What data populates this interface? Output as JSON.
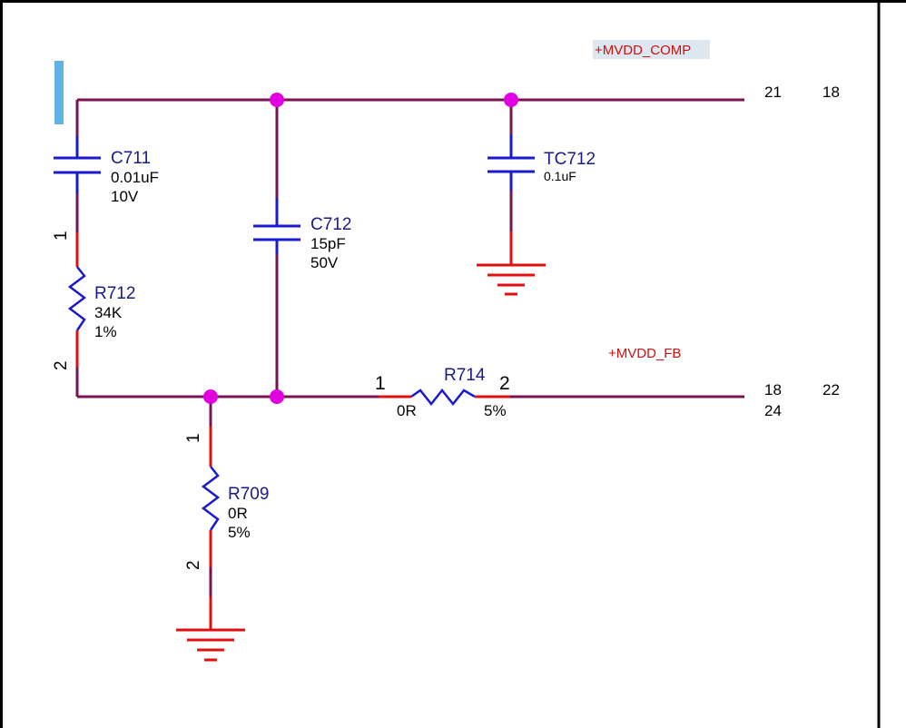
{
  "net_labels": {
    "mvdd_comp": "+MVDD_COMP",
    "mvdd_fb": "+MVDD_FB"
  },
  "pin_refs": {
    "comp_a": "21",
    "comp_b": "18",
    "fb_a": "18",
    "fb_b": "22",
    "fb_c": "24"
  },
  "components": {
    "c711": {
      "ref": "C711",
      "value": "0.01uF",
      "rating": "10V"
    },
    "c712": {
      "ref": "C712",
      "value": "15pF",
      "rating": "50V"
    },
    "tc712": {
      "ref": "TC712",
      "value": "0.1uF"
    },
    "r712": {
      "ref": "R712",
      "value": "34K",
      "tolerance": "1%",
      "pin1": "1",
      "pin2": "2"
    },
    "r714": {
      "ref": "R714",
      "value": "0R",
      "tolerance": "5%",
      "pin1": "1",
      "pin2": "2"
    },
    "r709": {
      "ref": "R709",
      "value": "0R",
      "tolerance": "5%",
      "pin1": "1",
      "pin2": "2"
    }
  },
  "colors": {
    "wire": "#7a1450",
    "pin": "#e01010",
    "body": "#1a1ad0",
    "junction": "#e000e0",
    "ref_text": "#1a1a8a",
    "net_text": "#cc1010",
    "frame": "#000000",
    "marker": "#5fb3e0",
    "net_bg": "#dde7f0"
  }
}
